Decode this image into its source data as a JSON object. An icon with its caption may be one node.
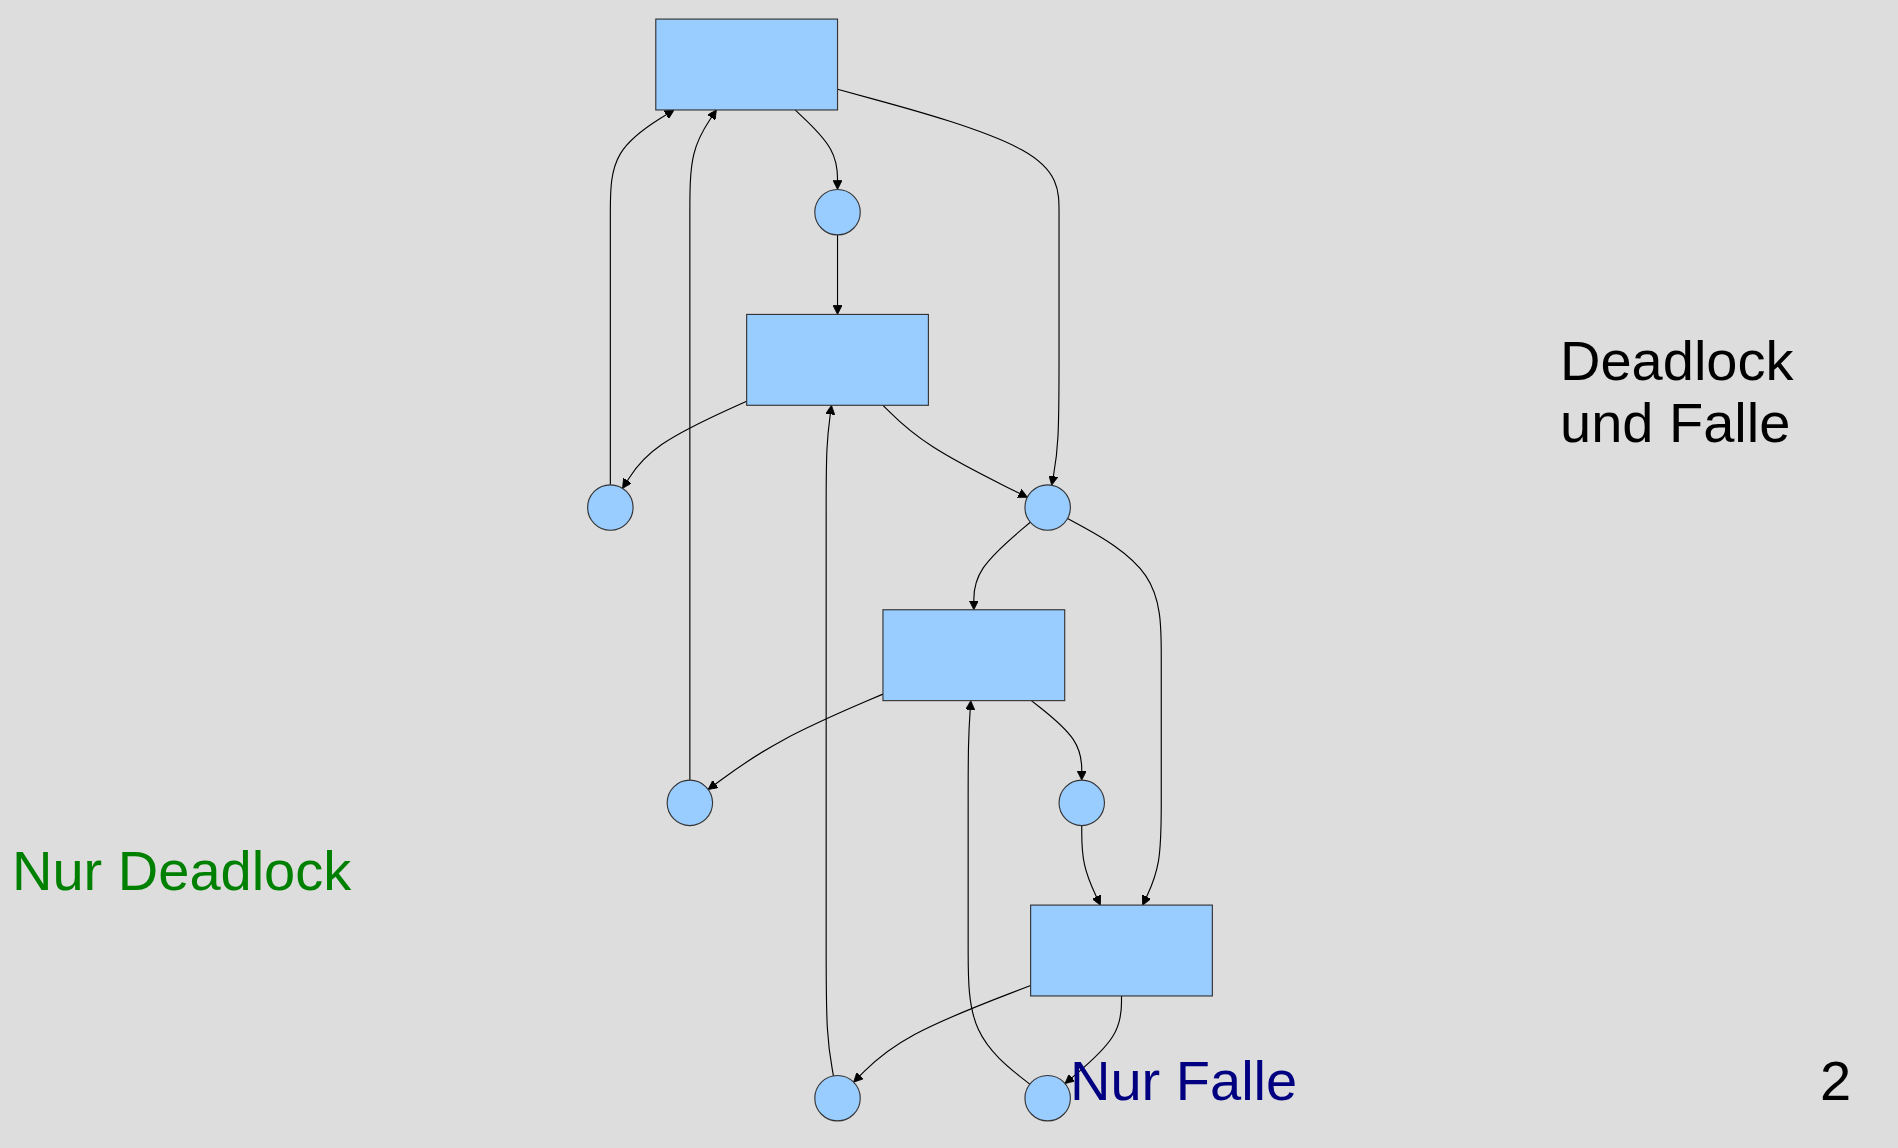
{
  "diagram": {
    "nodes": [
      {
        "text": [],
        "shape": "box"
      },
      {
        "text": [],
        "shape": "circle"
      },
      {
        "text": [],
        "shape": "box"
      },
      {
        "text": [],
        "shape": "circle"
      },
      {
        "text": [],
        "shape": "circle"
      },
      {
        "text": [],
        "shape": "circle"
      },
      {
        "text": [],
        "shape": "circle"
      },
      {
        "text": [],
        "shape": "circle"
      },
      {
        "text": [],
        "shape": "box"
      },
      {
        "text": [],
        "shape": "box"
      },
      {
        "text": [],
        "shape": "circle"
      }
    ],
    "edges": [
      {
        "from": 1,
        "to": 0,
        "arrow": "to"
      },
      {
        "from": 2,
        "to": 1,
        "arrow": "to"
      },
      {
        "from": 0,
        "to": 3,
        "arrow": "to"
      },
      {
        "from": 3,
        "to": 2,
        "arrow": "to"
      },
      {
        "from": 0,
        "to": 5,
        "arrow": "to"
      },
      {
        "from": 2,
        "to": 5,
        "arrow": "to"
      },
      {
        "from": 4,
        "to": 0,
        "arrow": "to"
      },
      {
        "from": 6,
        "to": 2,
        "arrow": "to"
      },
      {
        "from": 8,
        "to": 4,
        "arrow": "to"
      },
      {
        "from": 9,
        "to": 6,
        "arrow": "to"
      },
      {
        "from": 5,
        "to": 8,
        "arrow": "to"
      },
      {
        "from": 5,
        "to": 9,
        "arrow": "to"
      },
      {
        "from": 9,
        "to": 7,
        "arrow": "to"
      },
      {
        "from": 7,
        "to": 8,
        "arrow": "to"
      },
      {
        "from": 8,
        "to": 10,
        "arrow": "to"
      },
      {
        "from": 10,
        "to": 9,
        "arrow": "to"
      }
    ],
    "labels": [
      "Deadlock und Falle",
      "Nur Deadlock",
      "Nur Falle",
      "2"
    ]
  }
}
